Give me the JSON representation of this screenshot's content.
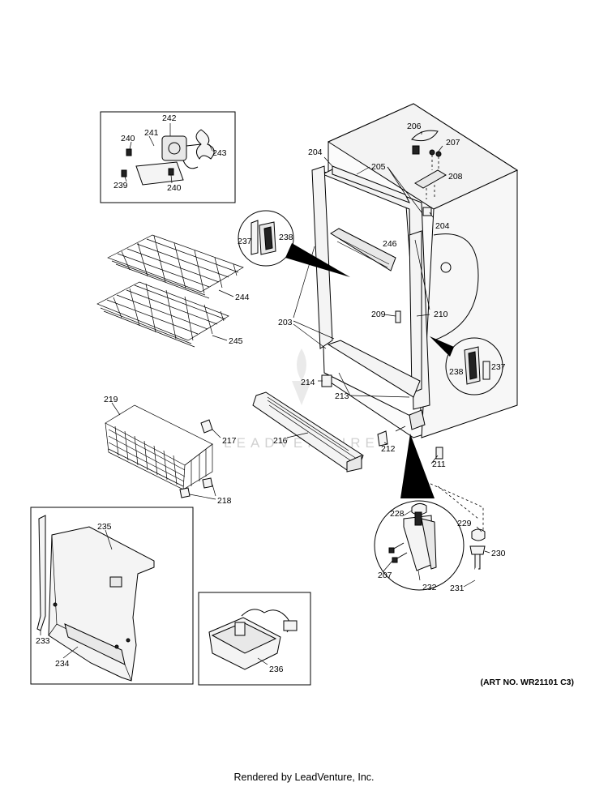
{
  "diagram": {
    "watermark": "LEADVENTURE",
    "art_number": "(ART NO. WR21101 C3)",
    "footer": "Rendered by LeadVenture, Inc.",
    "labels": {
      "l240a": "240",
      "l241": "241",
      "l242": "242",
      "l243": "243",
      "l239": "239",
      "l240b": "240",
      "l204a": "204",
      "l205": "205",
      "l206": "206",
      "l207a": "207",
      "l208": "208",
      "l204b": "204",
      "l237a": "237",
      "l238a": "238",
      "l246": "246",
      "l244": "244",
      "l245": "245",
      "l203": "203",
      "l209": "209",
      "l210": "210",
      "l238b": "238",
      "l237b": "237",
      "l214": "214",
      "l213": "213",
      "l219": "219",
      "l217": "217",
      "l216": "216",
      "l212": "212",
      "l211": "211",
      "l218": "218",
      "l235": "235",
      "l228": "228",
      "l229": "229",
      "l230": "230",
      "l207b": "207",
      "l232": "232",
      "l231": "231",
      "l233": "233",
      "l234": "234",
      "l236": "236"
    }
  }
}
